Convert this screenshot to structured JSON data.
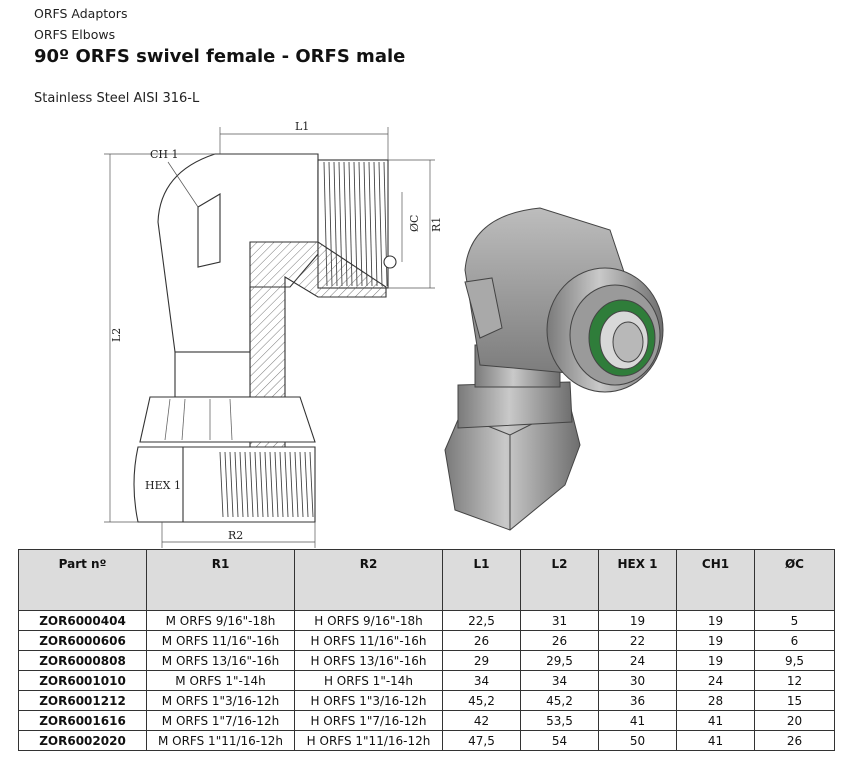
{
  "breadcrumb": {
    "category": "ORFS Adaptors",
    "subcategory": "ORFS Elbows"
  },
  "title": "90º ORFS swivel female - ORFS male",
  "material": "Stainless Steel AISI 316-L",
  "drawing_labels": {
    "l1": "L1",
    "l2": "L2",
    "ch1": "CH 1",
    "oc": "ØC",
    "r1": "R1",
    "r2": "R2",
    "hex1": "HEX 1"
  },
  "table": {
    "headers": [
      "Part nº",
      "R1",
      "R2",
      "L1",
      "L2",
      "HEX 1",
      "CH1",
      "ØC"
    ],
    "rows": [
      [
        "ZOR6000404",
        "M ORFS 9/16\"-18h",
        "H ORFS 9/16\"-18h",
        "22,5",
        "31",
        "19",
        "19",
        "5"
      ],
      [
        "ZOR6000606",
        "M ORFS 11/16\"-16h",
        "H ORFS 11/16\"-16h",
        "26",
        "26",
        "22",
        "19",
        "6"
      ],
      [
        "ZOR6000808",
        "M ORFS 13/16\"-16h",
        "H ORFS 13/16\"-16h",
        "29",
        "29,5",
        "24",
        "19",
        "9,5"
      ],
      [
        "ZOR6001010",
        "M ORFS 1\"-14h",
        "H ORFS 1\"-14h",
        "34",
        "34",
        "30",
        "24",
        "12"
      ],
      [
        "ZOR6001212",
        "M ORFS 1\"3/16-12h",
        "H ORFS 1\"3/16-12h",
        "45,2",
        "45,2",
        "36",
        "28",
        "15"
      ],
      [
        "ZOR6001616",
        "M ORFS 1\"7/16-12h",
        "H ORFS 1\"7/16-12h",
        "42",
        "53,5",
        "41",
        "41",
        "20"
      ],
      [
        "ZOR6002020",
        "M ORFS 1\"11/16-12h",
        "H ORFS 1\"11/16-12h",
        "47,5",
        "54",
        "50",
        "41",
        "26"
      ]
    ]
  }
}
